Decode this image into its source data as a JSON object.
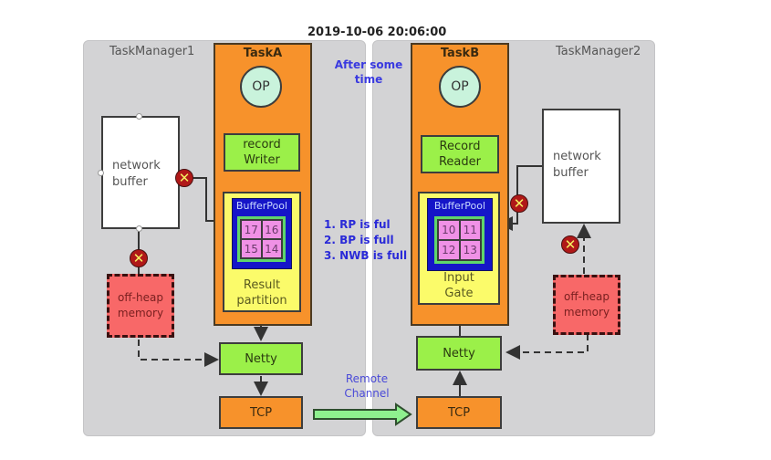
{
  "timestamp": "2019-10-06 20:06:00",
  "annotation": {
    "after_time": "After some time",
    "after_time_line1": "After some",
    "after_time_line2": "time",
    "conditions": [
      "1. RP is ful",
      "2. BP is full",
      "3. NWB is full"
    ],
    "remote_channel_line1": "Remote",
    "remote_channel_line2": "Channel"
  },
  "task_manager_1": {
    "label": "TaskManager1",
    "task": {
      "title": "TaskA",
      "op": "OP",
      "writer_line1": "record",
      "writer_line2": "Writer",
      "buffer_pool": {
        "title": "BufferPool",
        "cells": [
          "17",
          "16",
          "15",
          "14"
        ]
      },
      "partition_line1": "Result",
      "partition_line2": "partition"
    },
    "network_buffer_line1": "network",
    "network_buffer_line2": "buffer",
    "offheap_line1": "off-heap",
    "offheap_line2": "memory",
    "netty": "Netty",
    "tcp": "TCP"
  },
  "task_manager_2": {
    "label": "TaskManager2",
    "task": {
      "title": "TaskB",
      "op": "OP",
      "reader_line1": "Record",
      "reader_line2": "Reader",
      "buffer_pool": {
        "title": "BufferPool",
        "cells": [
          "10",
          "11",
          "12",
          "13"
        ]
      },
      "gate_line1": "Input",
      "gate_line2": "Gate"
    },
    "network_buffer_line1": "network",
    "network_buffer_line2": "buffer",
    "offheap_line1": "off-heap",
    "offheap_line2": "memory",
    "netty": "Netty",
    "tcp": "TCP"
  },
  "blocked_icon": "blocked-x-icon",
  "colors": {
    "task_manager_bg": "#d3d3d5",
    "task_bg": "#f7922b",
    "component_green": "#9bf049",
    "partition_yellow": "#fbfb6a",
    "buffer_pool_blue": "#1515c8",
    "buffer_cell_pink": "#f091e6",
    "offheap_red": "#f86868",
    "annotation_blue": "#2a2ad8",
    "blocked_red": "#b01818"
  }
}
